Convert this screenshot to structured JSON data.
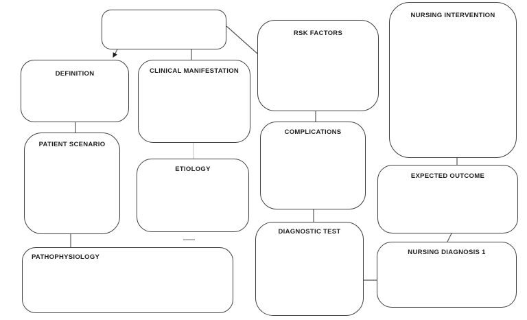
{
  "diagram": {
    "title": "Nursing concept map",
    "background_color": "#ffffff",
    "box_border_color": "#3f3f3f",
    "connector_color": "#555555",
    "connector_light_color": "#c9c9c9",
    "nodes": {
      "top_box": {
        "label": ""
      },
      "definition": {
        "label": "DEFINITION"
      },
      "clinical_manifestation": {
        "label": "CLINICAL MANIFESTATION"
      },
      "rsk_factors": {
        "label": "RSK FACTORS"
      },
      "nursing_intervention": {
        "label": "NURSING INTERVENTION"
      },
      "patient_scenario": {
        "label": "PATIENT SCENARIO"
      },
      "etiology": {
        "label": "ETIOLOGY"
      },
      "complications": {
        "label": "COMPLICATIONS"
      },
      "expected_outcome": {
        "label": "EXPECTED OUTCOME"
      },
      "pathophysiology": {
        "label": "PATHOPHYSIOLOGY"
      },
      "diagnostic_test": {
        "label": "DIAGNOSTIC TEST"
      },
      "nursing_diagnosis_1": {
        "label": "NURSING DIAGNOSIS 1"
      }
    },
    "edges": [
      {
        "from": "top_box",
        "to": "definition",
        "style": "arrow"
      },
      {
        "from": "top_box",
        "to": "clinical_manifestation",
        "style": "line"
      },
      {
        "from": "top_box",
        "to": "rsk_factors",
        "style": "line"
      },
      {
        "from": "definition",
        "to": "patient_scenario",
        "style": "line"
      },
      {
        "from": "clinical_manifestation",
        "to": "etiology",
        "style": "line"
      },
      {
        "from": "rsk_factors",
        "to": "complications",
        "style": "line"
      },
      {
        "from": "nursing_intervention",
        "to": "expected_outcome",
        "style": "line"
      },
      {
        "from": "patient_scenario",
        "to": "pathophysiology",
        "style": "line"
      },
      {
        "from": "complications",
        "to": "diagnostic_test",
        "style": "line"
      },
      {
        "from": "expected_outcome",
        "to": "nursing_diagnosis_1",
        "style": "line"
      },
      {
        "from": "diagnostic_test",
        "to": "nursing_diagnosis_1",
        "style": "line"
      },
      {
        "from": "etiology",
        "to": "pathophysiology",
        "style": "dash-stub"
      }
    ]
  }
}
